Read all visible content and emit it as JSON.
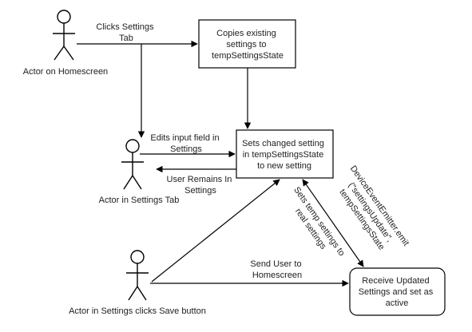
{
  "actors": {
    "homescreen": "Actor on Homescreen",
    "settings_tab": "Actor  in Settings Tab",
    "save": "Actor in Settings  clicks Save button"
  },
  "boxes": {
    "copies": [
      "Copies existing",
      "settings to",
      "tempSettingsState"
    ],
    "sets_changed": [
      "Sets changed setting",
      "in tempSettingsState",
      "to new setting"
    ],
    "receive": [
      "Receive Updated",
      "Settings and set as",
      "active"
    ]
  },
  "edges": {
    "clicks_settings": [
      "Clicks Settings",
      "Tab"
    ],
    "edits_input": [
      "Edits input field in",
      "Settings"
    ],
    "user_remains": [
      "User Remains In",
      "Settings"
    ],
    "send_user": [
      "Send User to",
      "Homescreen"
    ],
    "sets_temp": [
      "Sets temp settings to",
      "real settings"
    ],
    "emitter": [
      "DeviceEventEmitter.emit",
      "(\"settingsUpdate\",",
      "tempSettingsState"
    ]
  },
  "colors": {
    "stroke": "#000000",
    "text": "#222222",
    "background": "#ffffff"
  }
}
